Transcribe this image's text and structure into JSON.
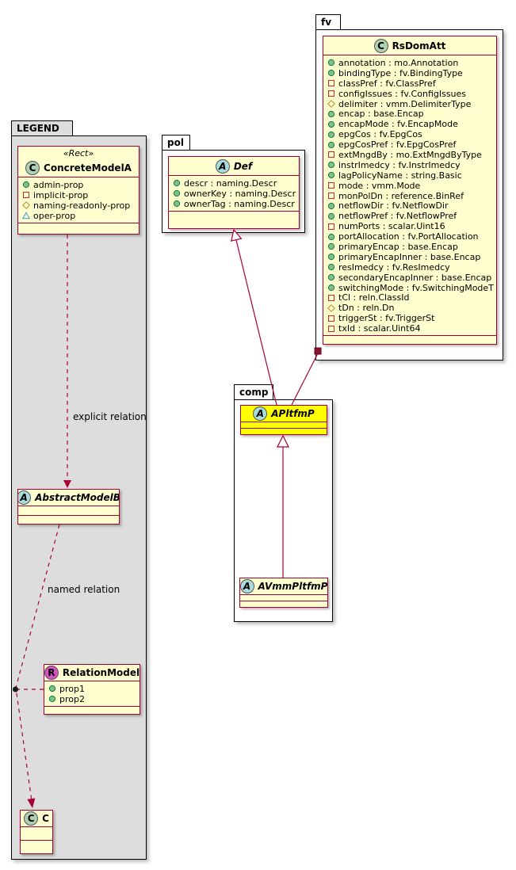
{
  "colors": {
    "class_border": "#A80036",
    "class_bg": "#FEFECE",
    "legend_bg": "#DDDDDD",
    "edge": "#A80036",
    "highlight_bg": "#FFFF00"
  },
  "packages": {
    "fv": {
      "label": "fv"
    },
    "pol": {
      "label": "pol"
    },
    "comp": {
      "label": "comp"
    },
    "legend": {
      "label": "LEGEND"
    }
  },
  "classes": {
    "RsDomAtt": {
      "spot_letter": "C",
      "spot_bg": "#ADD1B2",
      "name": "RsDomAtt",
      "attributes": [
        {
          "icon": "circle",
          "text": "annotation : mo.Annotation"
        },
        {
          "icon": "circle",
          "text": "bindingType : fv.BindingType"
        },
        {
          "icon": "square",
          "text": "classPref : fv.ClassPref"
        },
        {
          "icon": "square",
          "text": "configIssues : fv.ConfigIssues"
        },
        {
          "icon": "diamond",
          "text": "delimiter : vmm.DelimiterType"
        },
        {
          "icon": "circle",
          "text": "encap : base.Encap"
        },
        {
          "icon": "circle",
          "text": "encapMode : fv.EncapMode"
        },
        {
          "icon": "circle",
          "text": "epgCos : fv.EpgCos"
        },
        {
          "icon": "circle",
          "text": "epgCosPref : fv.EpgCosPref"
        },
        {
          "icon": "square",
          "text": "extMngdBy : mo.ExtMngdByType"
        },
        {
          "icon": "circle",
          "text": "instrImedcy : fv.InstrImedcy"
        },
        {
          "icon": "circle",
          "text": "lagPolicyName : string.Basic"
        },
        {
          "icon": "square",
          "text": "mode : vmm.Mode"
        },
        {
          "icon": "square",
          "text": "monPolDn : reference.BinRef"
        },
        {
          "icon": "circle",
          "text": "netflowDir : fv.NetflowDir"
        },
        {
          "icon": "circle",
          "text": "netflowPref : fv.NetflowPref"
        },
        {
          "icon": "square",
          "text": "numPorts : scalar.Uint16"
        },
        {
          "icon": "circle",
          "text": "portAllocation : fv.PortAllocation"
        },
        {
          "icon": "circle",
          "text": "primaryEncap : base.Encap"
        },
        {
          "icon": "circle",
          "text": "primaryEncapInner : base.Encap"
        },
        {
          "icon": "circle",
          "text": "resImedcy : fv.ResImedcy"
        },
        {
          "icon": "circle",
          "text": "secondaryEncapInner : base.Encap"
        },
        {
          "icon": "circle",
          "text": "switchingMode : fv.SwitchingModeT"
        },
        {
          "icon": "square",
          "text": "tCl : reln.ClassId"
        },
        {
          "icon": "diamond",
          "text": "tDn : reln.Dn"
        },
        {
          "icon": "square",
          "text": "triggerSt : fv.TriggerSt"
        },
        {
          "icon": "square",
          "text": "txId : scalar.Uint64"
        }
      ]
    },
    "Def": {
      "spot_letter": "A",
      "spot_bg": "#A9DCDF",
      "name": "Def",
      "attributes": [
        {
          "icon": "circle",
          "text": "descr : naming.Descr"
        },
        {
          "icon": "circle",
          "text": "ownerKey : naming.Descr"
        },
        {
          "icon": "circle",
          "text": "ownerTag : naming.Descr"
        }
      ]
    },
    "APltfmP": {
      "spot_letter": "A",
      "spot_bg": "#A9DCDF",
      "name": "APltfmP",
      "attributes": []
    },
    "AVmmPltfmP": {
      "spot_letter": "A",
      "spot_bg": "#A9DCDF",
      "name": "AVmmPltfmP",
      "attributes": []
    },
    "ConcreteModelA": {
      "spot_letter": "C",
      "spot_bg": "#ADD1B2",
      "name": "ConcreteModelA",
      "stereotype": "«Rect»",
      "attributes": [
        {
          "icon": "circle",
          "text": "admin-prop"
        },
        {
          "icon": "square",
          "text": "implicit-prop"
        },
        {
          "icon": "diamond",
          "text": "naming-readonly-prop"
        },
        {
          "icon": "triangle",
          "text": "oper-prop"
        }
      ]
    },
    "AbstractModelB": {
      "spot_letter": "A",
      "spot_bg": "#A9DCDF",
      "name": "AbstractModelB",
      "attributes": []
    },
    "RelationModel": {
      "spot_letter": "R",
      "spot_bg": "#D94FC6",
      "name": "RelationModel",
      "attributes": [
        {
          "icon": "circle",
          "text": "prop1"
        },
        {
          "icon": "circle",
          "text": "prop2"
        }
      ]
    },
    "C": {
      "spot_letter": "C",
      "spot_bg": "#ADD1B2",
      "name": "C",
      "attributes": []
    }
  },
  "edges": {
    "explicit": {
      "label": "explicit relation"
    },
    "named": {
      "label": "named relation"
    }
  }
}
